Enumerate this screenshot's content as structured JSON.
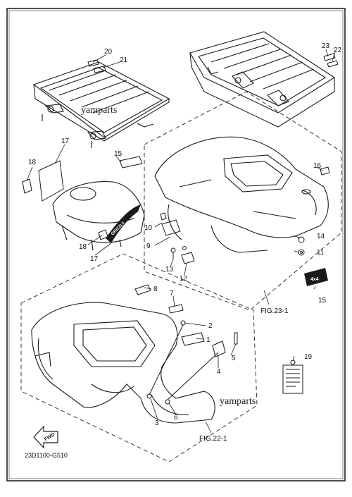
{
  "watermarks": [
    "yamparts",
    "yamparts"
  ],
  "callouts": [
    "1",
    "2",
    "3",
    "4",
    "5",
    "6",
    "7",
    "8",
    "9",
    "10",
    "11",
    "12",
    "13",
    "14",
    "15",
    "15",
    "16",
    "17",
    "17",
    "18",
    "18",
    "19",
    "20",
    "21",
    "22",
    "23"
  ],
  "figure_refs": [
    "FIG.23-1",
    "FIG.22-1"
  ],
  "decal_text": [
    "GRIZZLY",
    "4x4"
  ],
  "fwd_label": "FWD",
  "drawing_code": "23D1100-G510",
  "colors": {
    "line": "#1a1a1a",
    "border": "#222222",
    "paper": "#ffffff"
  }
}
